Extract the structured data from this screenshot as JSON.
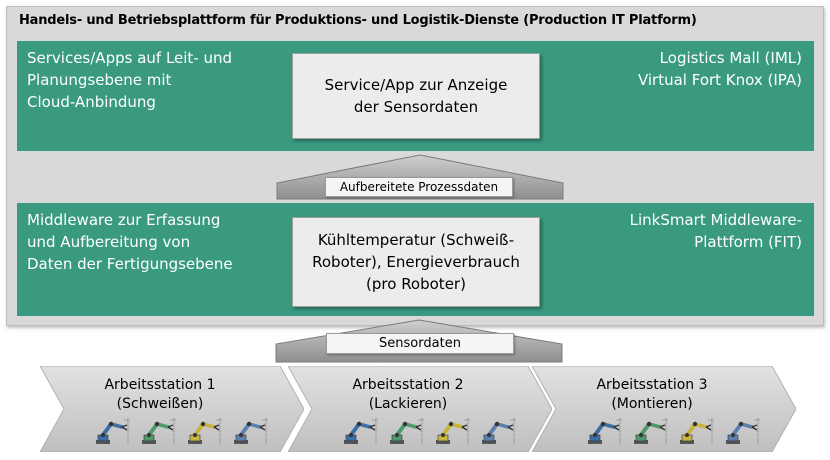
{
  "platform": {
    "title": "Handels- und Betriebsplattform für Produktions- und Logistik-Dienste (Production IT Platform)"
  },
  "top_band": {
    "left_lines": [
      "Services/Apps auf Leit- und",
      "Planungsebene mit",
      "Cloud-Anbindung"
    ],
    "right_lines": [
      "Logistics Mall (IML)",
      "Virtual Fort Knox (IPA)"
    ],
    "box_lines": [
      "Service/App zur Anzeige",
      "der Sensordaten"
    ]
  },
  "arrow_upper": {
    "label": "Aufbereitete  Prozessdaten"
  },
  "middle_band": {
    "left_lines": [
      "Middleware zur Erfassung",
      "und Aufbereitung von",
      "Daten der Fertigungsebene"
    ],
    "right_lines": [
      "LinkSmart Middleware-",
      "Plattform (FIT)"
    ],
    "box_lines": [
      "Kühltemperatur (Schweiß-",
      "Roboter), Energieverbrauch",
      "(pro Roboter)"
    ]
  },
  "arrow_lower": {
    "label": "Sensordaten"
  },
  "stations": [
    {
      "name": "Arbeitsstation 1",
      "task": "(Schweißen)"
    },
    {
      "name": "Arbeitsstation 2",
      "task": "(Lackieren)"
    },
    {
      "name": "Arbeitsstation 3",
      "task": "(Montieren)"
    }
  ],
  "robot_icon": "industrial-robot-arm-icon",
  "colors": {
    "band": "#3a9a80",
    "platform": "#d9d9d9",
    "box": "#ebeceb",
    "chevron": "#d4d4d4",
    "robot_colors": [
      "#3a6ea5",
      "#4f9a6a",
      "#c8b43c",
      "#5a7fb0"
    ]
  }
}
